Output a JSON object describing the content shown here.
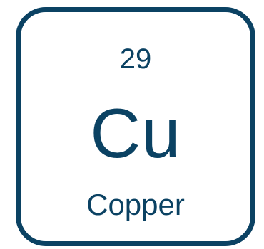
{
  "element": {
    "atomic_number": "29",
    "symbol": "Cu",
    "name": "Copper"
  },
  "colors": {
    "primary": "#0b4263",
    "background": "#ffffff"
  }
}
